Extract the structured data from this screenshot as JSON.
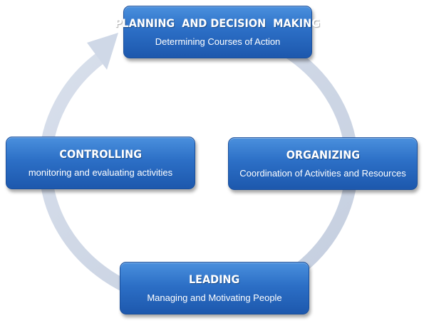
{
  "nodes": {
    "planning": {
      "title": "PLANNING  AND DECISION  MAKING",
      "subtitle": "Determining Courses of Action"
    },
    "organizing": {
      "title": "ORGANIZING",
      "subtitle": "Coordination of Activities and Resources"
    },
    "leading": {
      "title": "LEADING",
      "subtitle": "Managing and Motivating People"
    },
    "controlling": {
      "title": "CONTROLLING",
      "subtitle": "monitoring and evaluating activities"
    }
  },
  "colors": {
    "node_fill": "#2c6fc6",
    "cycle_arrow": "#cdd6e6"
  }
}
